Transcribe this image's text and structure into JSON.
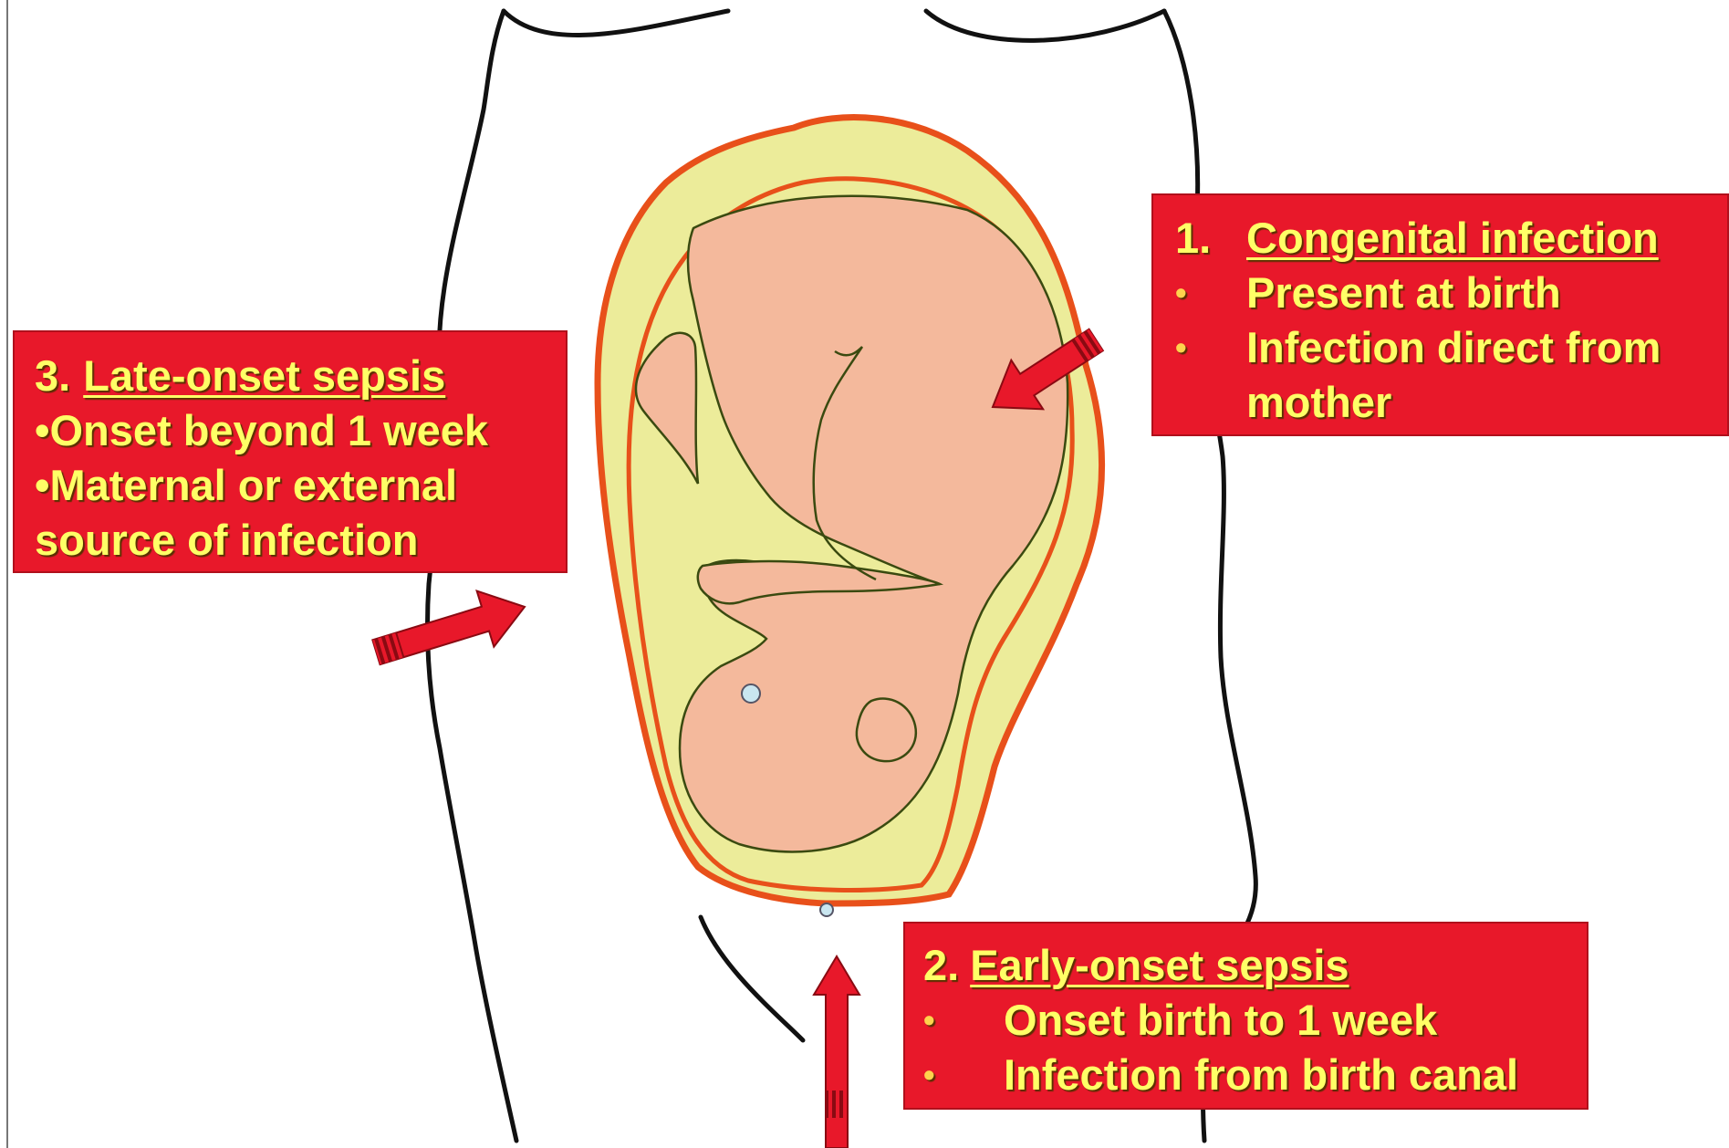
{
  "callouts": {
    "congenital": {
      "number": "1.",
      "heading": "Congenital infection",
      "bullets": [
        "Present at birth",
        "Infection direct from",
        "mother"
      ]
    },
    "early_onset": {
      "number": "2.",
      "heading": "Early-onset sepsis",
      "bullets": [
        "Onset birth to 1 week",
        "Infection from birth canal"
      ]
    },
    "late_onset": {
      "number": "3.",
      "heading": "Late-onset sepsis",
      "lines": [
        "•Onset beyond 1 week",
        "•Maternal or external",
        "source of infection"
      ]
    }
  },
  "bullet_symbol": "•",
  "colors": {
    "callout_fill": "#e8182a",
    "callout_text": "#ffff66",
    "uterus_outline": "#e8501a",
    "amniotic_fluid": "#ecec9a",
    "fetus_skin": "#f4b99c",
    "arrow_fill": "#e8182a"
  }
}
